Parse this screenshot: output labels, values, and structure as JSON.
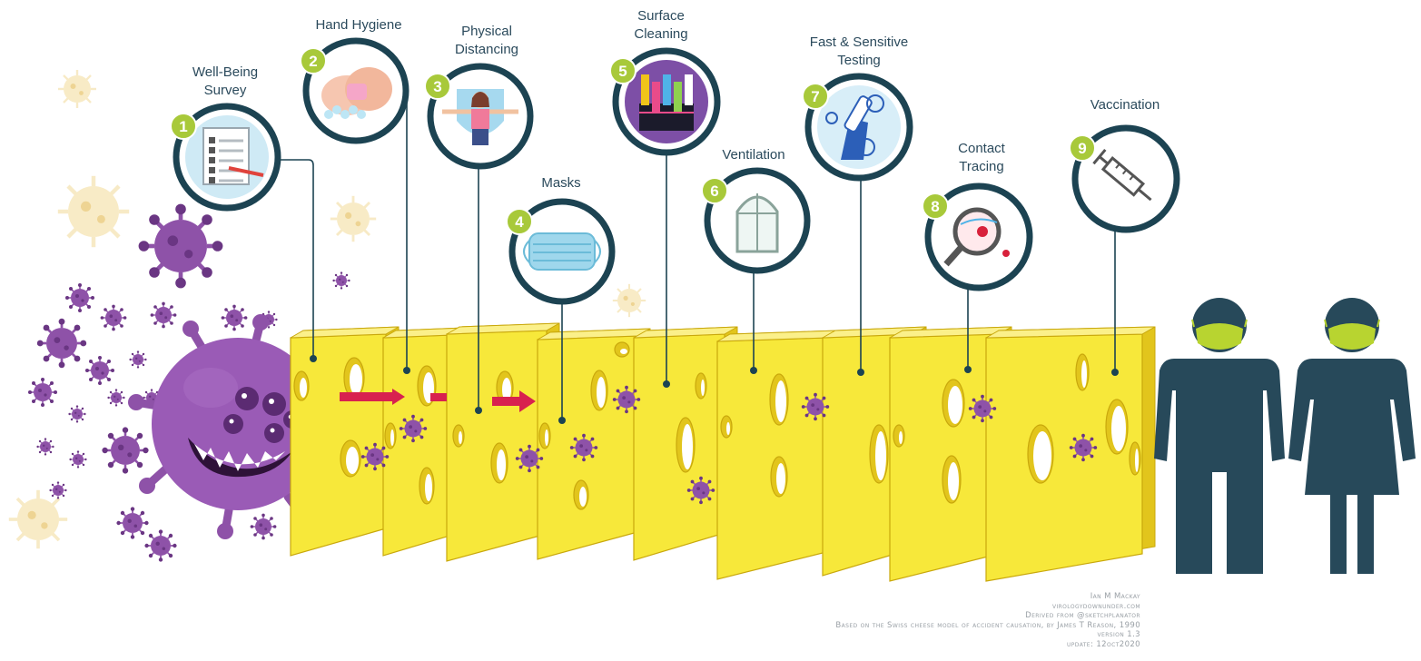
{
  "layers": [
    {
      "number": "1",
      "label": "Well-Being\nSurvey",
      "icon": "clipboard-survey-icon"
    },
    {
      "number": "2",
      "label": "Hand Hygiene",
      "icon": "hand-washing-icon"
    },
    {
      "number": "3",
      "label": "Physical\nDistancing",
      "icon": "distancing-person-icon"
    },
    {
      "number": "4",
      "label": "Masks",
      "icon": "face-mask-icon"
    },
    {
      "number": "5",
      "label": "Surface\nCleaning",
      "icon": "cleaning-supplies-icon"
    },
    {
      "number": "6",
      "label": "Ventilation",
      "icon": "window-icon"
    },
    {
      "number": "7",
      "label": "Fast & Sensitive\nTesting",
      "icon": "test-swab-icon"
    },
    {
      "number": "8",
      "label": "Contact\nTracing",
      "icon": "magnifier-trace-icon"
    },
    {
      "number": "9",
      "label": "Vaccination",
      "icon": "syringe-icon"
    }
  ],
  "credits": [
    "Ian M Mackay",
    "virologydownunder.com",
    "Derived from @sketchplanator",
    "Based on the Swiss cheese model of accident causation, by James T Reason, 1990",
    "version 1.3",
    "update: 12oct2020"
  ],
  "colors": {
    "cheese": "#f7e83a",
    "cheese_dark": "#e2c51c",
    "cheese_edge": "#c9a80c",
    "ring": "#1c4352",
    "badge": "#a8c93a",
    "virus": "#8e52a8",
    "virus_light": "#f3e2b0",
    "arrow": "#d8214f",
    "people": "#27495a",
    "mask": "#b8d430"
  }
}
